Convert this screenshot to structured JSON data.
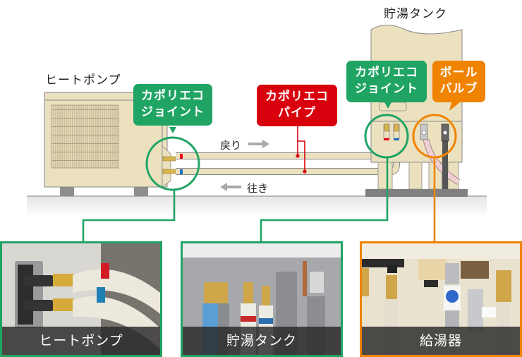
{
  "title": "カポリエコ配管接続図",
  "units": {
    "heat_pump": "ヒートポンプ",
    "storage_tank": "貯湯タンク"
  },
  "flow": {
    "return_label": "戻り",
    "supply_label": "往き"
  },
  "callouts": {
    "joint_left": {
      "line1": "カポリエコ",
      "line2": "ジョイント",
      "color": "#1fa463"
    },
    "pipe": {
      "line1": "カポリエコ",
      "line2": "パイプ",
      "color": "#d9000d"
    },
    "joint_right": {
      "line1": "カポリエコ",
      "line2": "ジョイント",
      "color": "#1fa463"
    },
    "ball_valve": {
      "line1": "ボール",
      "line2": "バルブ",
      "color": "#f08300"
    }
  },
  "photos": [
    {
      "caption": "ヒートポンプ",
      "border_color": "#1fa463"
    },
    {
      "caption": "貯湯タンク",
      "border_color": "#1fa463"
    },
    {
      "caption": "給湯器",
      "border_color": "#f08300"
    }
  ],
  "colors": {
    "green": "#1fa463",
    "red": "#d9000d",
    "orange": "#f08300",
    "unit_fill": "#ebe1bf",
    "hot_marker": "#e60012",
    "cold_marker": "#1d6fc4"
  }
}
